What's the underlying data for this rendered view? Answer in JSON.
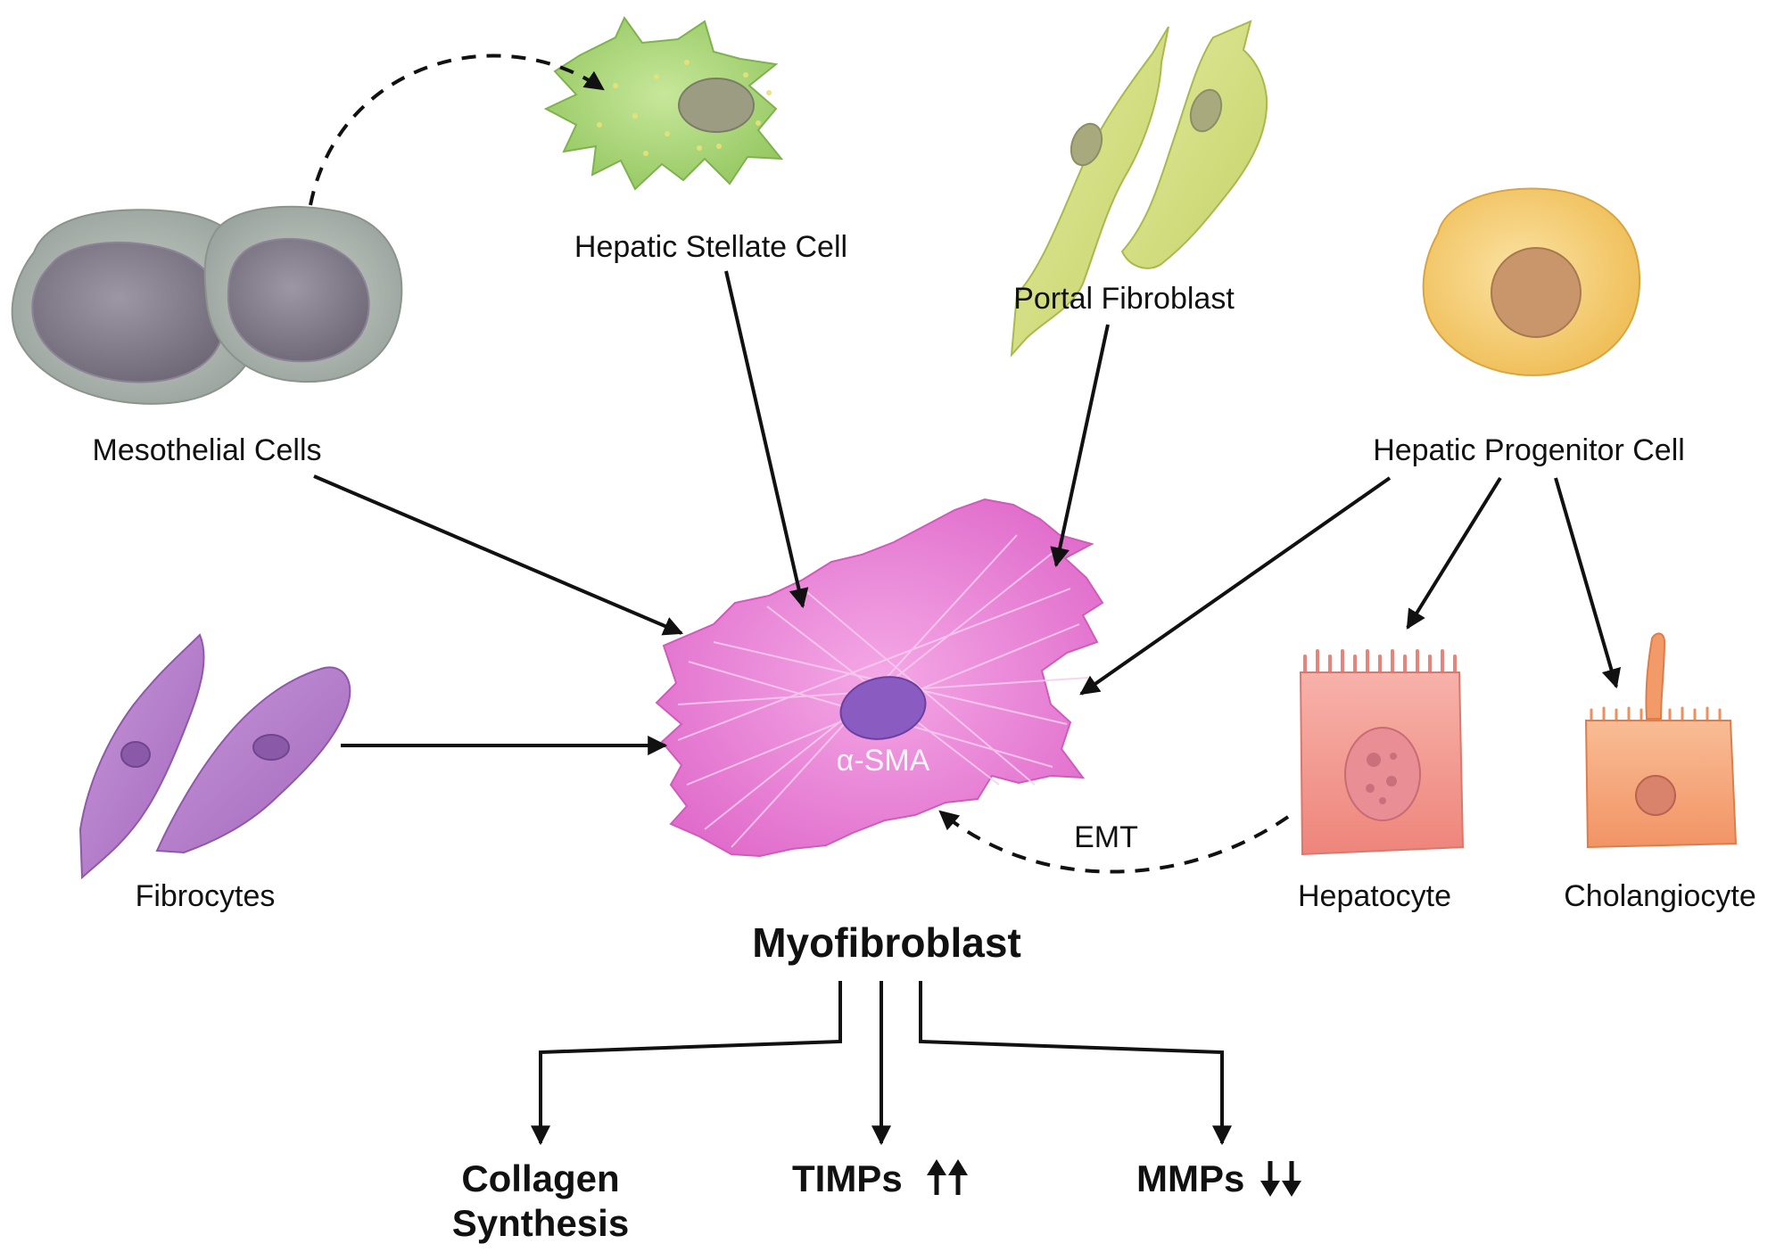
{
  "cells": {
    "mesothelial": "Mesothelial Cells",
    "stellate": "Hepatic Stellate Cell",
    "portal": "Portal Fibroblast",
    "progenitor": "Hepatic Progenitor Cell",
    "fibrocytes": "Fibrocytes",
    "hepatocyte": "Hepatocyte",
    "cholangiocyte": "Cholangiocyte"
  },
  "center": {
    "name": "Myofibroblast",
    "marker": "α-SMA"
  },
  "process": {
    "emt": "EMT"
  },
  "outputs": {
    "collagen_line1": "Collagen",
    "collagen_line2": "Synthesis",
    "timps": "TIMPs",
    "mmps": "MMPs"
  },
  "colors": {
    "myofibroblast": "#e97fd6",
    "stellate": "#a9d47a",
    "portal": "#cfdc7a",
    "progenitor": "#f2c768",
    "fibrocytes": "#b57dc9",
    "hepatocyte": "#f29a90",
    "cholangiocyte": "#f6a57a",
    "mesothelial": "#a8b0a8"
  }
}
